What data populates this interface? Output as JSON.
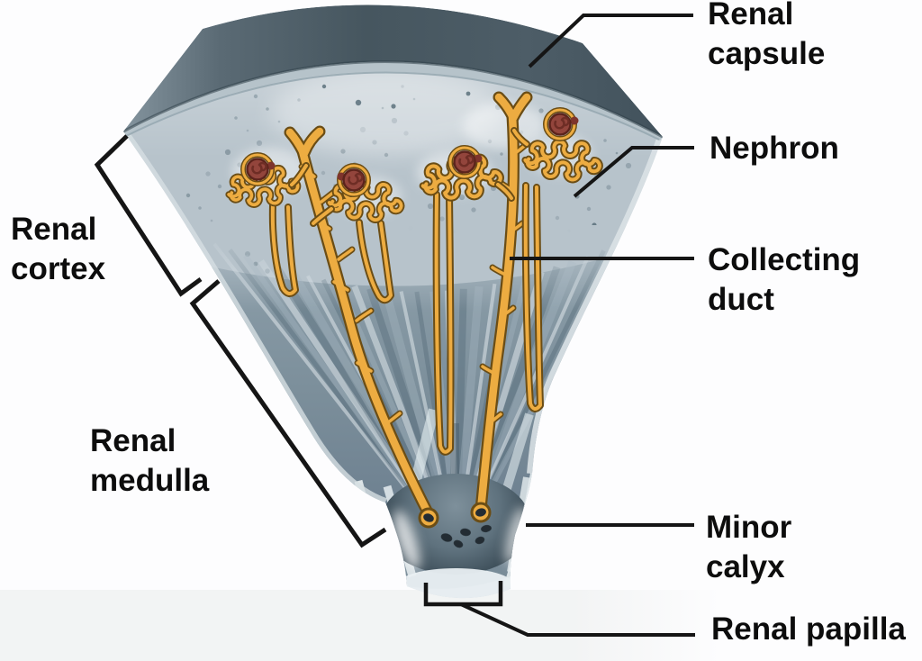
{
  "figure_labels": {
    "renal_capsule": {
      "lines": [
        "Renal",
        "capsule"
      ]
    },
    "nephron": {
      "lines": [
        "Nephron"
      ]
    },
    "collecting_duct": {
      "lines": [
        "Collecting",
        "duct"
      ]
    },
    "minor_calyx": {
      "lines": [
        "Minor",
        "calyx"
      ]
    },
    "renal_papilla": {
      "lines": [
        "Renal papilla"
      ]
    },
    "renal_cortex": {
      "lines": [
        "Renal",
        "cortex"
      ]
    },
    "renal_medulla": {
      "lines": [
        "Renal",
        "medulla"
      ]
    }
  },
  "colors": {
    "background": "#fdfdfe",
    "label_text": "#0d0d0d",
    "leader_line": "#151515",
    "capsule_dark": "#46565f",
    "capsule_light_edge": "#84949e",
    "capsule_stripe": "#b6c3ca",
    "cortex": "#b7c3cb",
    "cortex_speckle": "#84959f",
    "cortex_speckle_dark": "#546a76",
    "medulla": "#768a96",
    "medulla_streak_light": "#e7eef1",
    "medulla_streak_dark": "#4c6271",
    "calyx_wall": "#e8eef1",
    "papilla_shadow": "#3c4d58",
    "tubule_fill": "#edac41",
    "tubule_outline": "#6b4d15",
    "glomerulus": "#93453c",
    "glomerulus_outline": "#5c241c",
    "duct_opening": "#232c33",
    "calyx_lumen": "#e9eff2"
  }
}
